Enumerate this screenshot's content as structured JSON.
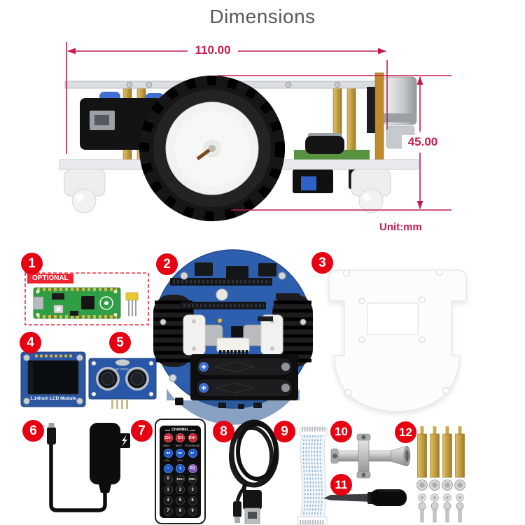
{
  "title": "Dimensions",
  "dimension_annotation": {
    "width_mm": "110.00",
    "height_mm": "45.00",
    "unit": "Unit:mm"
  },
  "parts": [
    {
      "number": "1"
    },
    {
      "number": "2"
    },
    {
      "number": "3"
    },
    {
      "number": "4"
    },
    {
      "number": "5"
    },
    {
      "number": "6"
    },
    {
      "number": "7"
    },
    {
      "number": "8"
    },
    {
      "number": "9"
    },
    {
      "number": "10"
    },
    {
      "number": "11"
    },
    {
      "number": "12"
    }
  ],
  "pico": {
    "optional_label": "OPTIONAL"
  },
  "lcd": {
    "label": "1.14inch LCD Module"
  },
  "ultrasonic": {
    "label": "HC-SR04+"
  },
  "remote": {
    "header": "CHANNEL",
    "row1": [
      "CH-",
      "CH",
      "CH+"
    ],
    "row1_sub": [
      "PREV",
      "NEXT",
      "PLAY/PAUSE"
    ],
    "row2": [
      "◀◀",
      "▶▶",
      "▶‖"
    ],
    "row2_sub": [
      "VOL-",
      "VOL+",
      ""
    ],
    "row3": [
      "−",
      "+",
      "EQ"
    ],
    "row4": [
      "0",
      "100+",
      "200+"
    ],
    "row5": [
      "1",
      "2",
      "3"
    ],
    "row6": [
      "4",
      "5",
      "6"
    ],
    "row7": [
      "7",
      "8",
      "9"
    ]
  },
  "colors": {
    "dimension_line": "#c11e4e",
    "badge_red": "#e60012",
    "title_text": "#58585a",
    "pcb_blue": "#2d5fae",
    "pico_green": "#2f9e44",
    "brass": "#bb9440"
  }
}
